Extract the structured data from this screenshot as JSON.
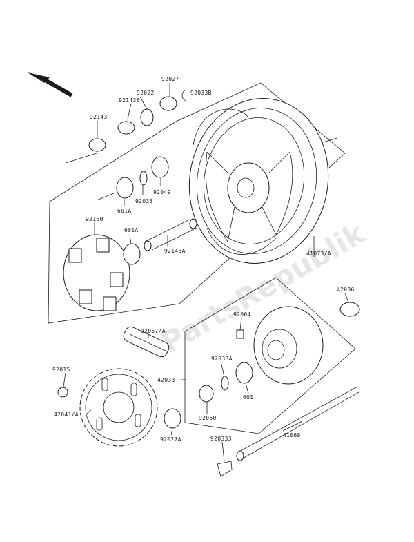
{
  "watermark": "PartsRepublik",
  "parts": {
    "p92027": "92027",
    "p92033B": "92033B",
    "p92022": "92022",
    "p92143B": "92143B",
    "p92143": "92143",
    "p92049": "92049",
    "p92033": "92033",
    "p601A_top": "601A",
    "p92160": "92160",
    "p601A_mid": "601A",
    "p92143A": "92143A",
    "p41073A": "41073/A",
    "p42036": "42036",
    "p92004": "92004",
    "p92057A": "92057/A",
    "p92015": "92015",
    "p42033": "42033",
    "p92033A": "92033A",
    "p601": "601",
    "p92050": "92050",
    "p42041A": "42041/A",
    "p92027A": "92027A",
    "p920333": "920333",
    "p41068": "41068"
  }
}
